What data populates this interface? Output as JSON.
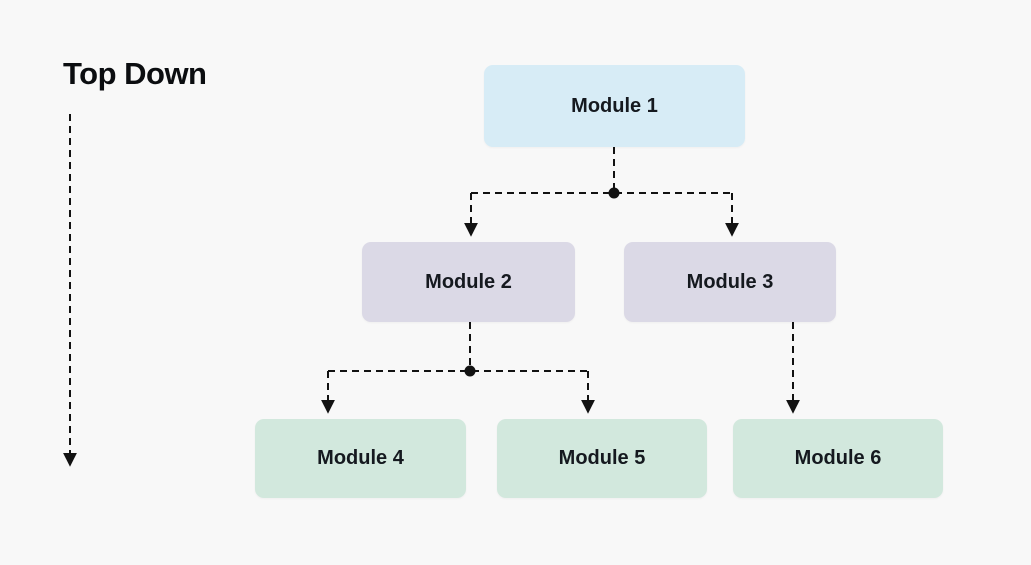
{
  "title": "Top Down",
  "colors": {
    "background": "#f8f8f8",
    "level1-fill": "#d7ecf6",
    "level2-fill": "#dbd9e6",
    "level3-fill": "#d2e8dd",
    "line": "#121212",
    "text": "#15191f",
    "title-text": "#0b0d10"
  },
  "nodes": [
    {
      "id": "module-1",
      "label": "Module 1",
      "level": 1
    },
    {
      "id": "module-2",
      "label": "Module 2",
      "level": 2
    },
    {
      "id": "module-3",
      "label": "Module 3",
      "level": 2
    },
    {
      "id": "module-4",
      "label": "Module 4",
      "level": 3
    },
    {
      "id": "module-5",
      "label": "Module 5",
      "level": 3
    },
    {
      "id": "module-6",
      "label": "Module 6",
      "level": 3
    }
  ],
  "edges": [
    {
      "from": "Module 1",
      "to": "Module 2"
    },
    {
      "from": "Module 1",
      "to": "Module 3"
    },
    {
      "from": "Module 2",
      "to": "Module 4"
    },
    {
      "from": "Module 2",
      "to": "Module 5"
    },
    {
      "from": "Module 3",
      "to": "Module 6"
    }
  ]
}
